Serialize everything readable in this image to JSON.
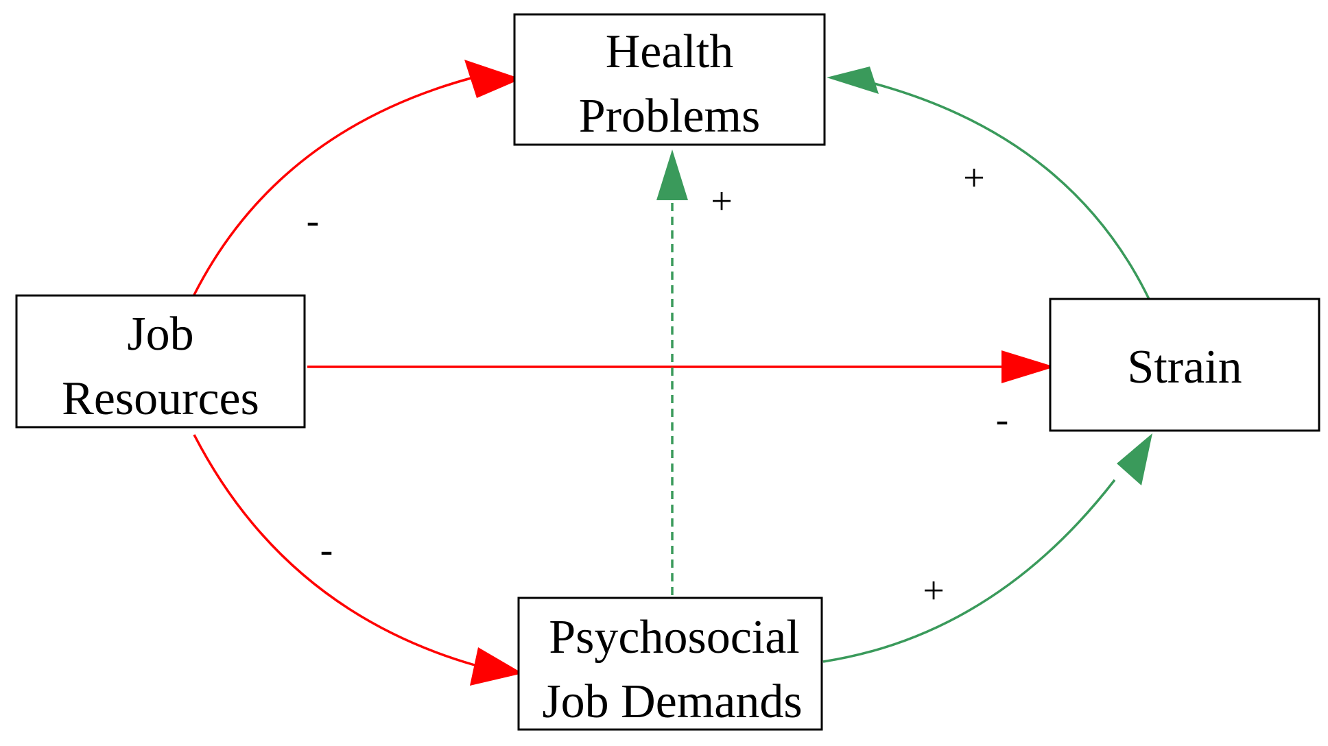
{
  "colors": {
    "negative": "#ff0000",
    "positive": "#3a9a5b"
  },
  "nodes": {
    "health_problems": {
      "line1": "Health",
      "line2": "Problems"
    },
    "job_resources": {
      "line1": "Job",
      "line2": "Resources"
    },
    "strain": {
      "line1": "Strain"
    },
    "psychosocial_job_demands": {
      "line1": "Psychosocial",
      "line2": "Job Demands"
    }
  },
  "edges": {
    "resources_to_health": {
      "sign": "-"
    },
    "resources_to_strain": {
      "sign": "-"
    },
    "resources_to_demands": {
      "sign": "-"
    },
    "demands_to_health": {
      "sign": "+"
    },
    "strain_to_health": {
      "sign": "+"
    },
    "demands_to_strain": {
      "sign": "+"
    }
  }
}
